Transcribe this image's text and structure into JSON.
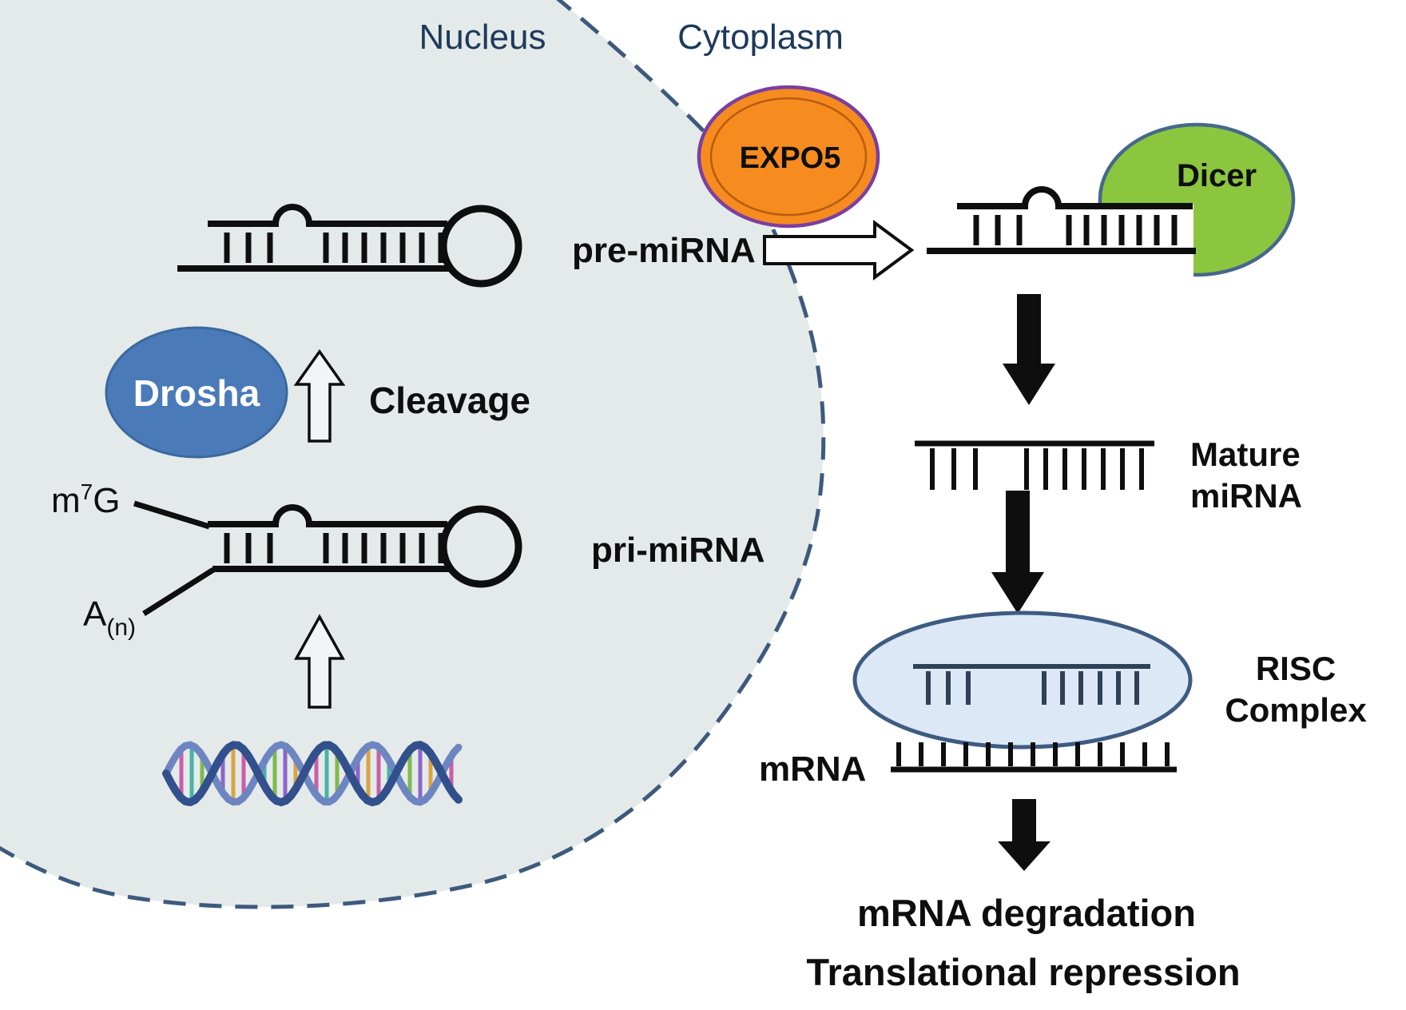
{
  "compartments": {
    "nucleus_label": "Nucleus",
    "cytoplasm_label": "Cytoplasm"
  },
  "proteins": {
    "drosha_label": "Drosha",
    "expo5_label": "EXPO5",
    "dicer_label": "Dicer"
  },
  "molecules": {
    "pre_mirna_label": "pre-miRNA",
    "pri_mirna_label": "pri-miRNA",
    "mature_mirna_label_line1": "Mature",
    "mature_mirna_label_line2": "miRNA",
    "mrna_label": "mRNA",
    "cap_label_base": "m",
    "cap_label_sup": "7",
    "cap_label_tail": "G",
    "polya_label_base": "A",
    "polya_label_sub": "(n)"
  },
  "complexes": {
    "risc_label_line1": "RISC",
    "risc_label_line2": "Complex"
  },
  "processes": {
    "cleavage_label": "Cleavage",
    "outcome_line1": "mRNA degradation",
    "outcome_line2": "Translational repression"
  },
  "colors": {
    "background": "#ffffff",
    "nucleus_fill": "#e4eae9",
    "membrane_dash": "#3d5a7d",
    "compartment_text": "#1e3a5a",
    "diagram_black": "#0e0e0e",
    "expo5_fill": "#f68b1f",
    "expo5_border": "#7b3fa0",
    "expo5_inner_ring": "#b85c10",
    "drosha_fill": "#4a7ab8",
    "drosha_border": "#3b689f",
    "dicer_fill": "#8cc63e",
    "dicer_border": "#45688c",
    "risc_fill": "#dde8f6",
    "risc_border": "#3e5c82",
    "risc_strand": "#2e4156",
    "up_arrow_fill": "#f2f5f5",
    "dna_strand_dark": "#32508c",
    "dna_strand_light": "#6d86c2",
    "dna_rung_1": "#c95fa8",
    "dna_rung_2": "#49b2a5",
    "dna_rung_3": "#7fba4c",
    "dna_rung_4": "#8e64c8",
    "dna_rung_5": "#d9a443"
  }
}
